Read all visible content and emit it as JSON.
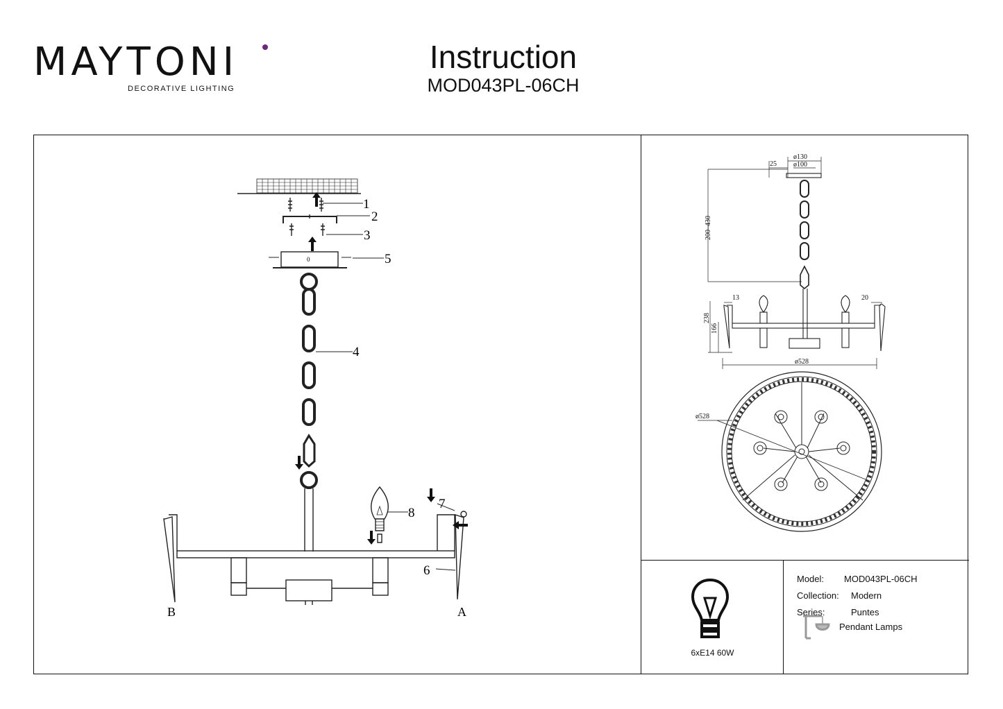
{
  "header": {
    "brand": "MAYTONI",
    "brand_subtitle": "DECORATIVE LIGHTING",
    "title": "Instruction",
    "model_code": "MOD043PL-06CH",
    "brand_dot_color": "#6b2a7a"
  },
  "assembly": {
    "callouts": [
      "1",
      "2",
      "3",
      "4",
      "5",
      "6",
      "7",
      "8"
    ],
    "side_labels": {
      "left": "B",
      "right": "A"
    },
    "cap_mark": "0"
  },
  "dimensions": {
    "d130": "ø130",
    "d100": "ø100",
    "w25": "25",
    "chain": "200–430",
    "h238": "238",
    "h166": "166",
    "w13": "13",
    "w20": "20",
    "d528_side": "ø528",
    "d528_top": "ø528"
  },
  "specs": {
    "bulb_icon": "light-bulb-icon",
    "wattage": "6xE14 60W",
    "model_label": "Model:",
    "model_value": "MOD043PL-06CH",
    "collection_label": "Collection:",
    "collection_value": "Modern",
    "series_label": "Series:",
    "series_value": "Puntes",
    "type_icon": "pendant-lamp-icon",
    "type_value": "Pendant Lamps"
  }
}
